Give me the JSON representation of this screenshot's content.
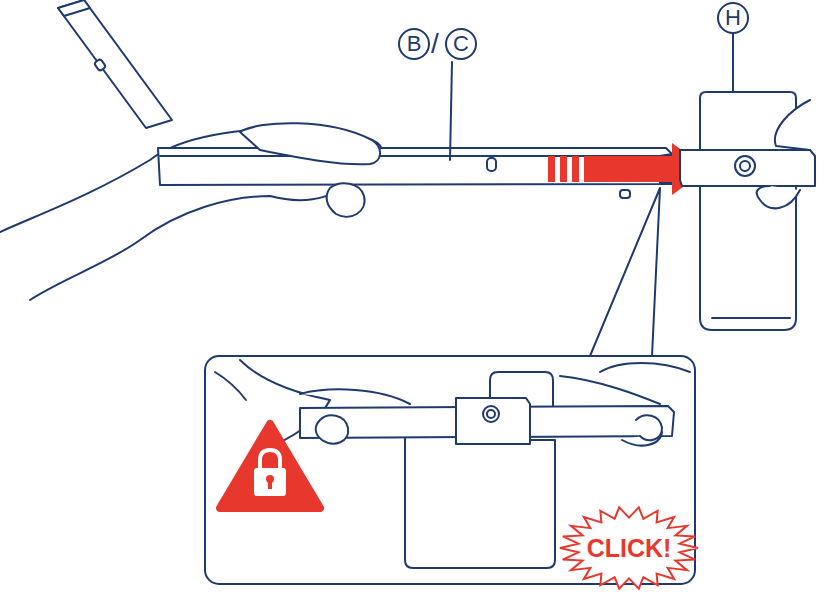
{
  "diagram": {
    "nodes": [
      {
        "text": [
          "B"
        ]
      },
      {
        "text": [
          "C"
        ]
      },
      {
        "text": [
          "H"
        ]
      },
      {
        "text": [
          "CLICK!"
        ]
      }
    ],
    "labels": [
      "/"
    ]
  }
}
